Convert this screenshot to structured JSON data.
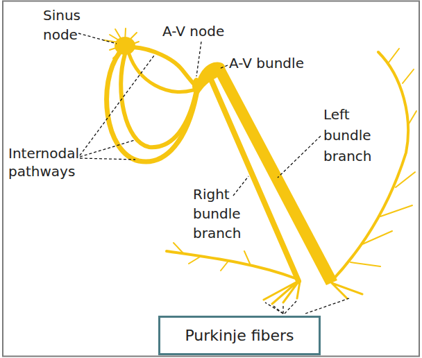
{
  "diagram": {
    "nodes": [
      {
        "text": [
          "Purkinje fibers"
        ]
      }
    ],
    "edges": [],
    "labels": [
      "Sinus node",
      "A-V node",
      "A-V bundle",
      "Internodal pathways",
      "Left bundle branch",
      "Right bundle branch"
    ]
  }
}
